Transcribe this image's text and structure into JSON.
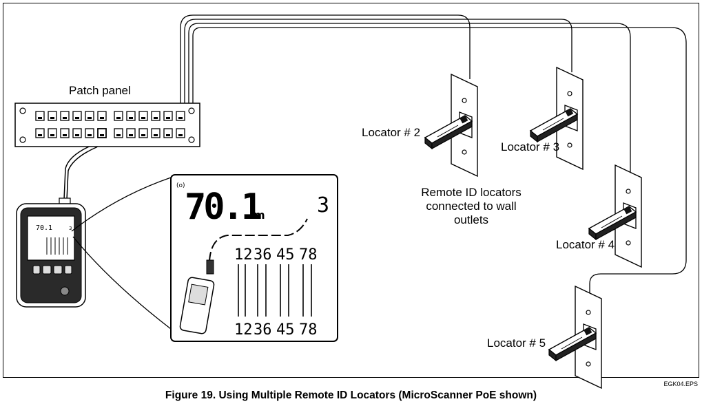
{
  "labels": {
    "patch_panel": "Patch panel",
    "locator2": "Locator # 2",
    "locator3": "Locator # 3",
    "locator4": "Locator # 4",
    "locator5": "Locator # 5",
    "remote_line1": "Remote ID locators",
    "remote_line2": "connected to wall",
    "remote_line3": "outlets"
  },
  "display": {
    "length_value": "70.1",
    "length_unit": "m",
    "locator_number": "3",
    "pairs_top": [
      "12",
      "36",
      "45",
      "78"
    ],
    "pairs_bottom": [
      "12",
      "36",
      "45",
      "78"
    ]
  },
  "caption": "Figure 19. Using Multiple Remote ID Locators (MicroScanner PoE shown)",
  "file_code": "EGK04.EPS"
}
